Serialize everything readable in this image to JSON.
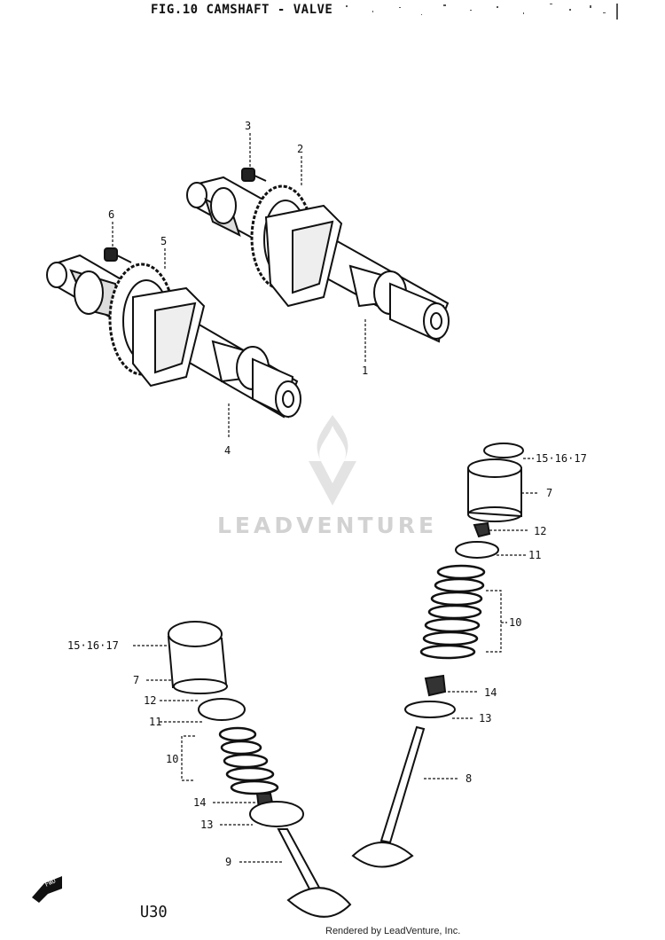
{
  "header": {
    "title": "FIG.10  CAMSHAFT - VALVE"
  },
  "watermark": {
    "brand": "LEADVENTURE"
  },
  "footer": {
    "rendered_by": "Rendered by LeadVenture, Inc."
  },
  "diagram_code": "U30",
  "arrow_label": "FWD",
  "callouts": {
    "c1": "1",
    "c2": "2",
    "c3": "3",
    "c4": "4",
    "c5": "5",
    "c6": "6",
    "c15_right": "15·16·17",
    "c7_right": "7",
    "c12": "12",
    "c11_right": "11",
    "c10_right": "10",
    "c14_right": "14",
    "c13_right": "13",
    "c8": "8",
    "c15_left": "15·16·17",
    "c7_left": "7",
    "c12_left": "12",
    "c11_left": "11",
    "c10_left": "10",
    "c14_left": "14",
    "c13_left": "13",
    "c9": "9"
  },
  "colors": {
    "ink": "#111111",
    "watermark": "#d2d2d2",
    "paper": "#ffffff"
  }
}
